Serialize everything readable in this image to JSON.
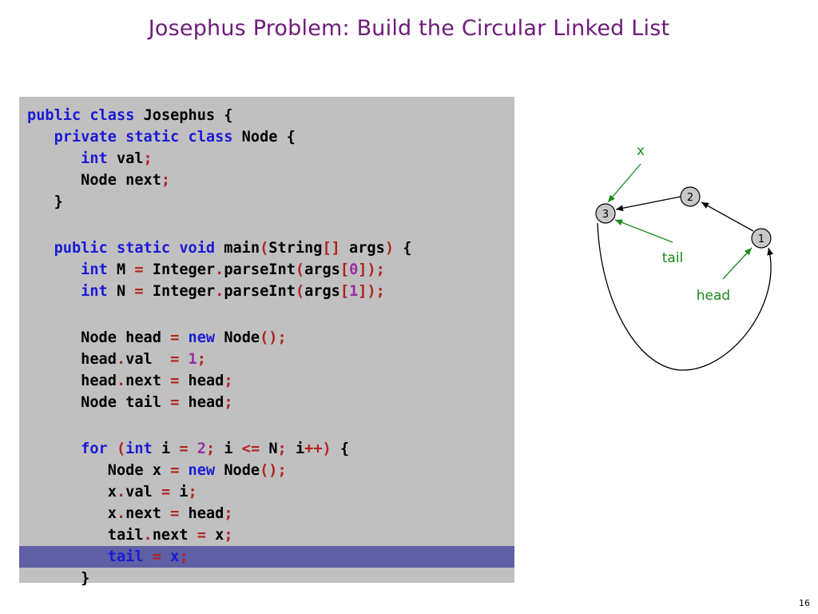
{
  "slide": {
    "title": "Josephus Problem:  Build the Circular Linked List",
    "page_number": "16"
  },
  "code": {
    "highlighted_line": 20,
    "lines": [
      [
        {
          "t": "public class",
          "c": "kw"
        },
        {
          "t": " Josephus {",
          "c": "plain"
        }
      ],
      [
        {
          "t": "   ",
          "c": "plain"
        },
        {
          "t": "private static class",
          "c": "kw"
        },
        {
          "t": " Node {",
          "c": "plain"
        }
      ],
      [
        {
          "t": "      ",
          "c": "plain"
        },
        {
          "t": "int",
          "c": "kw"
        },
        {
          "t": " val",
          "c": "plain"
        },
        {
          "t": ";",
          "c": "op"
        }
      ],
      [
        {
          "t": "      Node next",
          "c": "plain"
        },
        {
          "t": ";",
          "c": "op"
        }
      ],
      [
        {
          "t": "   }",
          "c": "plain"
        }
      ],
      [],
      [
        {
          "t": "   ",
          "c": "plain"
        },
        {
          "t": "public static void",
          "c": "kw"
        },
        {
          "t": " main",
          "c": "plain"
        },
        {
          "t": "(",
          "c": "op"
        },
        {
          "t": "String",
          "c": "plain"
        },
        {
          "t": "[]",
          "c": "op"
        },
        {
          "t": " args",
          "c": "plain"
        },
        {
          "t": ")",
          "c": "op"
        },
        {
          "t": " {",
          "c": "plain"
        }
      ],
      [
        {
          "t": "      ",
          "c": "plain"
        },
        {
          "t": "int",
          "c": "kw"
        },
        {
          "t": " M ",
          "c": "plain"
        },
        {
          "t": "=",
          "c": "op"
        },
        {
          "t": " Integer",
          "c": "plain"
        },
        {
          "t": ".",
          "c": "op"
        },
        {
          "t": "parseInt",
          "c": "plain"
        },
        {
          "t": "(",
          "c": "op"
        },
        {
          "t": "args",
          "c": "plain"
        },
        {
          "t": "[",
          "c": "op"
        },
        {
          "t": "0",
          "c": "num"
        },
        {
          "t": "]);",
          "c": "op"
        }
      ],
      [
        {
          "t": "      ",
          "c": "plain"
        },
        {
          "t": "int",
          "c": "kw"
        },
        {
          "t": " N ",
          "c": "plain"
        },
        {
          "t": "=",
          "c": "op"
        },
        {
          "t": " Integer",
          "c": "plain"
        },
        {
          "t": ".",
          "c": "op"
        },
        {
          "t": "parseInt",
          "c": "plain"
        },
        {
          "t": "(",
          "c": "op"
        },
        {
          "t": "args",
          "c": "plain"
        },
        {
          "t": "[",
          "c": "op"
        },
        {
          "t": "1",
          "c": "num"
        },
        {
          "t": "]);",
          "c": "op"
        }
      ],
      [],
      [
        {
          "t": "      Node head ",
          "c": "plain"
        },
        {
          "t": "=",
          "c": "op"
        },
        {
          "t": " ",
          "c": "plain"
        },
        {
          "t": "new",
          "c": "kw"
        },
        {
          "t": " Node",
          "c": "plain"
        },
        {
          "t": "();",
          "c": "op"
        }
      ],
      [
        {
          "t": "      head",
          "c": "plain"
        },
        {
          "t": ".",
          "c": "op"
        },
        {
          "t": "val  ",
          "c": "plain"
        },
        {
          "t": "=",
          "c": "op"
        },
        {
          "t": " ",
          "c": "plain"
        },
        {
          "t": "1",
          "c": "num"
        },
        {
          "t": ";",
          "c": "op"
        }
      ],
      [
        {
          "t": "      head",
          "c": "plain"
        },
        {
          "t": ".",
          "c": "op"
        },
        {
          "t": "next ",
          "c": "plain"
        },
        {
          "t": "=",
          "c": "op"
        },
        {
          "t": " head",
          "c": "plain"
        },
        {
          "t": ";",
          "c": "op"
        }
      ],
      [
        {
          "t": "      Node tail ",
          "c": "plain"
        },
        {
          "t": "=",
          "c": "op"
        },
        {
          "t": " head",
          "c": "plain"
        },
        {
          "t": ";",
          "c": "op"
        }
      ],
      [],
      [
        {
          "t": "      ",
          "c": "plain"
        },
        {
          "t": "for",
          "c": "kw"
        },
        {
          "t": " ",
          "c": "plain"
        },
        {
          "t": "(",
          "c": "op"
        },
        {
          "t": "int",
          "c": "kw"
        },
        {
          "t": " i ",
          "c": "plain"
        },
        {
          "t": "=",
          "c": "op"
        },
        {
          "t": " ",
          "c": "plain"
        },
        {
          "t": "2",
          "c": "num"
        },
        {
          "t": ";",
          "c": "op"
        },
        {
          "t": " i ",
          "c": "plain"
        },
        {
          "t": "<=",
          "c": "op"
        },
        {
          "t": " N",
          "c": "plain"
        },
        {
          "t": ";",
          "c": "op"
        },
        {
          "t": " i",
          "c": "plain"
        },
        {
          "t": "++)",
          "c": "op"
        },
        {
          "t": " {",
          "c": "plain"
        }
      ],
      [
        {
          "t": "         Node x ",
          "c": "plain"
        },
        {
          "t": "=",
          "c": "op"
        },
        {
          "t": " ",
          "c": "plain"
        },
        {
          "t": "new",
          "c": "kw"
        },
        {
          "t": " Node",
          "c": "plain"
        },
        {
          "t": "();",
          "c": "op"
        }
      ],
      [
        {
          "t": "         x",
          "c": "plain"
        },
        {
          "t": ".",
          "c": "op"
        },
        {
          "t": "val ",
          "c": "plain"
        },
        {
          "t": "=",
          "c": "op"
        },
        {
          "t": " i",
          "c": "plain"
        },
        {
          "t": ";",
          "c": "op"
        }
      ],
      [
        {
          "t": "         x",
          "c": "plain"
        },
        {
          "t": ".",
          "c": "op"
        },
        {
          "t": "next ",
          "c": "plain"
        },
        {
          "t": "=",
          "c": "op"
        },
        {
          "t": " head",
          "c": "plain"
        },
        {
          "t": ";",
          "c": "op"
        }
      ],
      [
        {
          "t": "         tail",
          "c": "plain"
        },
        {
          "t": ".",
          "c": "op"
        },
        {
          "t": "next ",
          "c": "plain"
        },
        {
          "t": "=",
          "c": "op"
        },
        {
          "t": " x",
          "c": "plain"
        },
        {
          "t": ";",
          "c": "op"
        }
      ],
      [
        {
          "t": "         tail ",
          "c": "kw"
        },
        {
          "t": "=",
          "c": "op"
        },
        {
          "t": " x",
          "c": "kw"
        },
        {
          "t": ";",
          "c": "op"
        }
      ],
      [
        {
          "t": "      }",
          "c": "plain"
        }
      ]
    ]
  },
  "diagram": {
    "nodes": [
      {
        "id": "node-1",
        "label": "1"
      },
      {
        "id": "node-2",
        "label": "2"
      },
      {
        "id": "node-3",
        "label": "3"
      }
    ],
    "pointer_labels": {
      "x": "x",
      "tail": "tail",
      "head": "head"
    },
    "colors": {
      "pointer": "#1a8a1a",
      "node_fill": "#c8c8c8",
      "link": "#000000"
    }
  }
}
